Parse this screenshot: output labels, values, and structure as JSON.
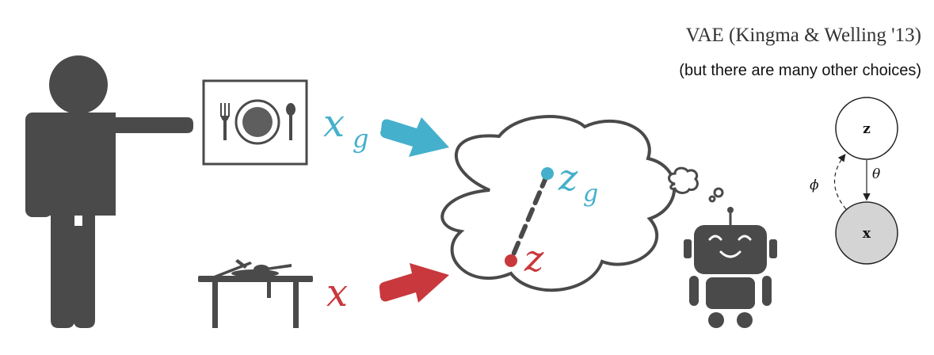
{
  "title": "VAE (Kingma & Welling '13)",
  "subtitle": "(but there are many other choices)",
  "labels": {
    "goal_obs": "x",
    "goal_obs_sub": "g",
    "obs": "x",
    "goal_latent": "z",
    "goal_latent_sub": "g",
    "latent": "z"
  },
  "graphical_model": {
    "latent_node": "z",
    "observed_node": "x",
    "decoder_param": "θ",
    "encoder_param": "ϕ"
  },
  "colors": {
    "teal": "#45b0cb",
    "red": "#c8383c",
    "dark": "#4a4a4a",
    "node_fill_observed": "#d4d4d4"
  },
  "icons": {
    "person": "person-pointing-icon",
    "goal_image": "plate-with-cutlery-icon",
    "table": "messy-table-icon",
    "robot": "robot-icon",
    "thought_cloud": "thought-cloud-icon"
  }
}
